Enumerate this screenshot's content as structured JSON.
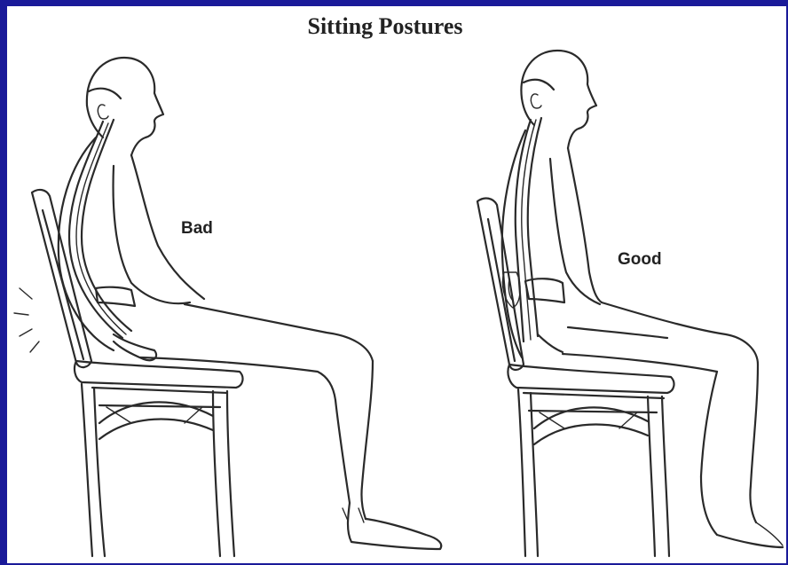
{
  "title": "Sitting Postures",
  "figures": {
    "bad": {
      "label": "Bad"
    },
    "good": {
      "label": "Good"
    }
  },
  "colors": {
    "border": "#1a1a99",
    "background": "#ffffff",
    "ink": "#2a2a2a"
  }
}
